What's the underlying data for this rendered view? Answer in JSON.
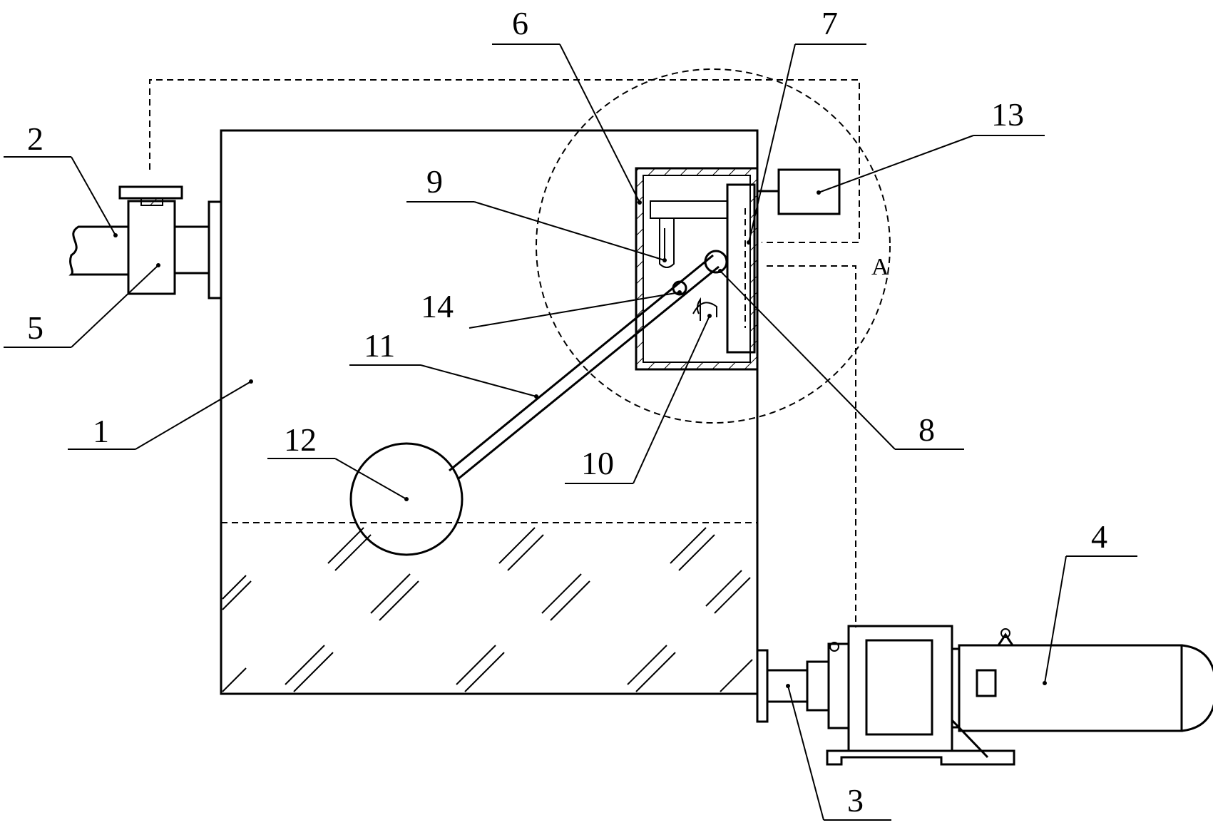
{
  "labels": {
    "tank": "1",
    "inlet_pipe": "2",
    "outlet_pipe": "3",
    "pump_motor": "4",
    "inlet_valve": "5",
    "housing": "6",
    "sensor": "7",
    "pivot": "8",
    "upper_stop": "9",
    "lower_stop": "10",
    "float_rod": "11",
    "float_ball": "12",
    "controller": "13",
    "rod_joint": "14",
    "detail_view": "A"
  }
}
